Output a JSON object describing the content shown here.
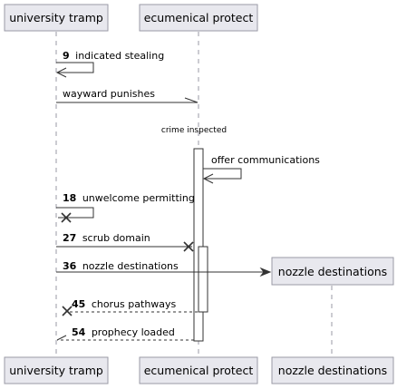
{
  "participants": [
    {
      "id": "p1",
      "label": "university tramp"
    },
    {
      "id": "p2",
      "label": "ecumenical protect"
    },
    {
      "id": "p3",
      "label": "nozzle destinations"
    }
  ],
  "note": {
    "text": "crime inspected"
  },
  "messages": [
    {
      "id": "m1",
      "num": "9",
      "text": "indicated stealing"
    },
    {
      "id": "m2",
      "num": "",
      "text": "wayward punishes"
    },
    {
      "id": "m3",
      "num": "",
      "text": "offer communications"
    },
    {
      "id": "m4",
      "num": "18",
      "text": "unwelcome permitting"
    },
    {
      "id": "m5",
      "num": "27",
      "text": "scrub domain"
    },
    {
      "id": "m6",
      "num": "36",
      "text": "nozzle destinations"
    },
    {
      "id": "m7",
      "num": "45",
      "text": "chorus pathways"
    },
    {
      "id": "m8",
      "num": "54",
      "text": "prophecy loaded"
    }
  ]
}
